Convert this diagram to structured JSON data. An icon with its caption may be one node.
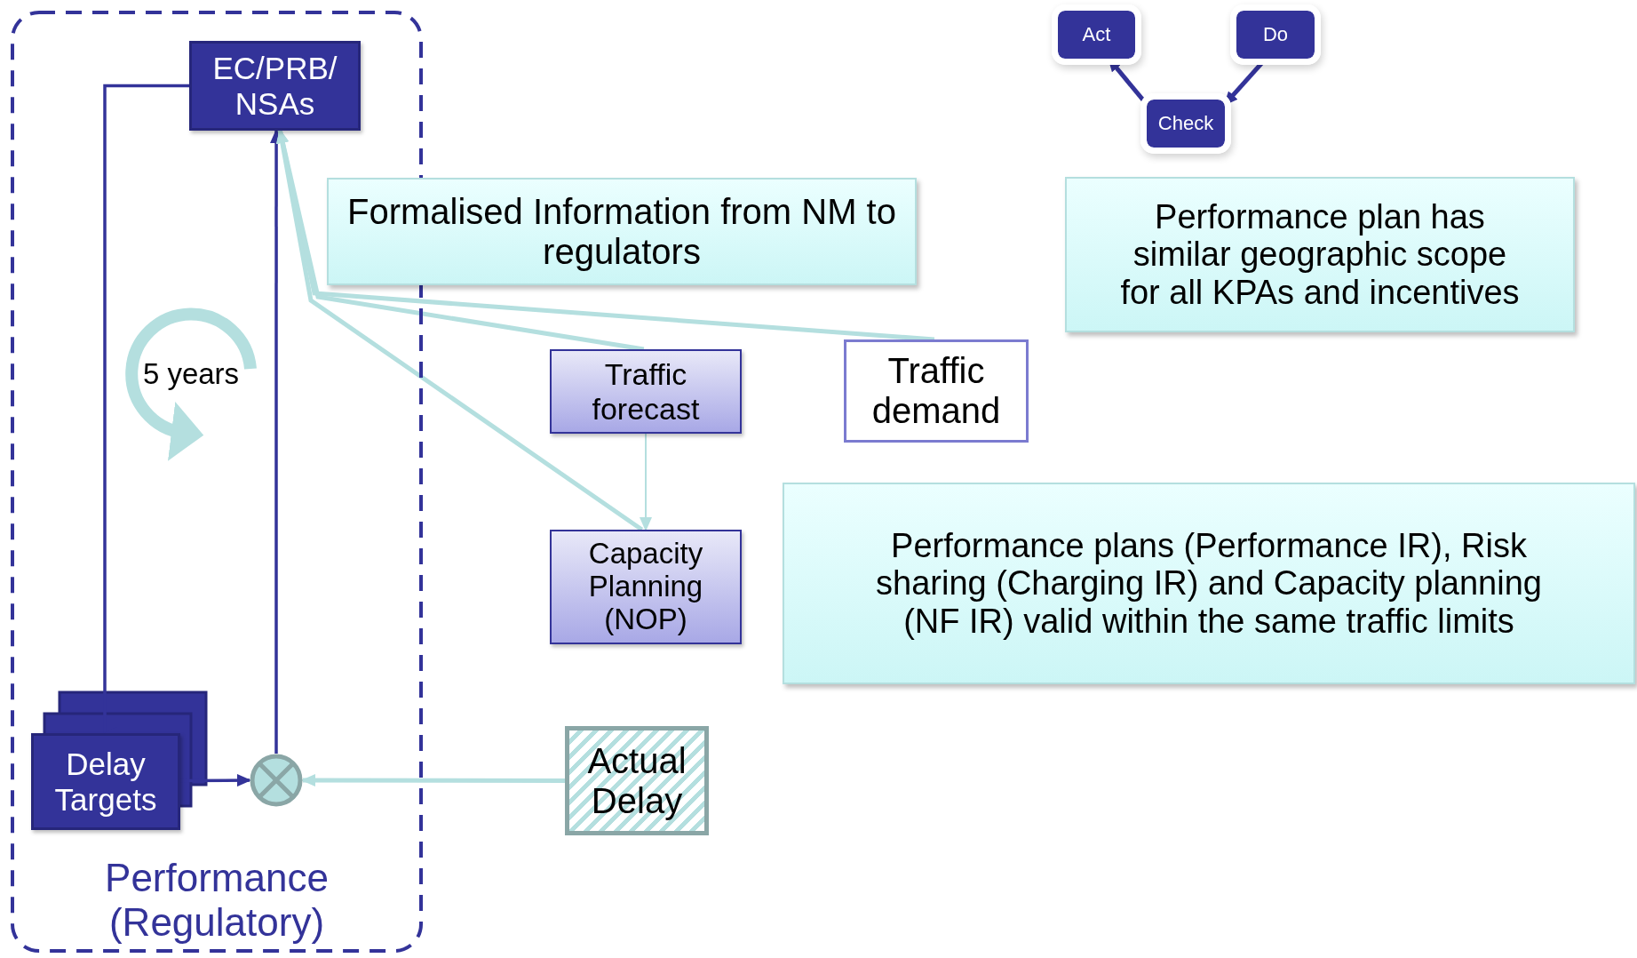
{
  "diagram": {
    "nodes": [
      {
        "text": [
          "Performance (Regulatory)"
        ]
      },
      {
        "text": [
          "EC/PRB/ NSAs"
        ],
        "in": 0
      },
      {
        "text": [
          "Delay Targets"
        ],
        "in": 0
      },
      {
        "text": [],
        "shape": "circle",
        "in": 0
      },
      {
        "text": [
          "Formalised Information from NM to regulators"
        ]
      },
      {
        "text": [
          "Traffic forecast"
        ]
      },
      {
        "text": [
          "Traffic demand"
        ]
      },
      {
        "text": [
          "Capacity Planning (NOP)"
        ]
      },
      {
        "text": [
          "Actual Delay"
        ]
      },
      {
        "text": [
          "Performance plan has similar geographic scope for all KPAs and incentives"
        ]
      },
      {
        "text": [
          "Performance plans (Performance IR), Risk sharing (Charging IR) and  Capacity planning (NF IR) valid within the same traffic limits"
        ]
      },
      {
        "text": [
          "Act"
        ]
      },
      {
        "text": [
          "Do"
        ]
      },
      {
        "text": [
          "Check"
        ]
      }
    ],
    "edges": [
      {
        "from": 1,
        "to": 2,
        "arrow": "to"
      },
      {
        "from": 3,
        "to": 1,
        "arrow": "to"
      },
      {
        "from": 2,
        "to": 3,
        "arrow": "to"
      },
      {
        "from": 8,
        "to": 3,
        "arrow": "to",
        "color": "#b4dfdf"
      },
      {
        "from": 5,
        "to": 1,
        "arrow": "to",
        "color": "#b4dfdf"
      },
      {
        "from": 6,
        "to": 1,
        "arrow": "to",
        "color": "#b4dfdf"
      },
      {
        "from": 7,
        "to": 1,
        "arrow": "to",
        "color": "#b4dfdf"
      },
      {
        "from": 5,
        "to": 7,
        "arrow": "to",
        "color": "#b4dfdf"
      },
      {
        "from": 12,
        "to": 13,
        "arrow": "to"
      },
      {
        "from": 13,
        "to": 11,
        "arrow": "to"
      }
    ],
    "labels": [
      "5 years"
    ]
  }
}
